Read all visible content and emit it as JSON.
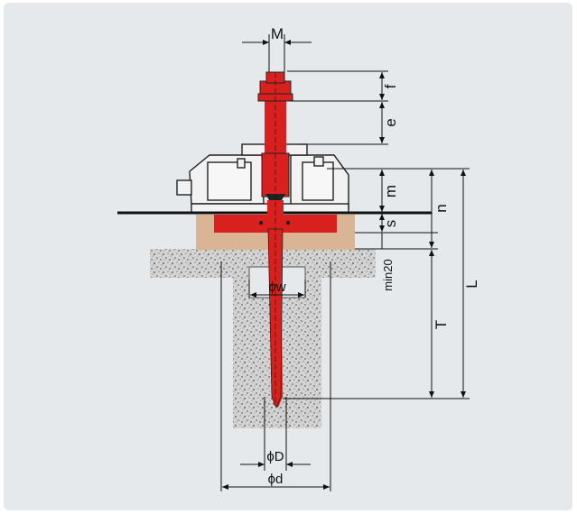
{
  "diagram": {
    "labels": {
      "M": "M",
      "f": "f",
      "e": "e",
      "m": "m",
      "n": "n",
      "s": "s",
      "min20": "min20",
      "L": "L",
      "T": "T",
      "phi_w": "ϕw",
      "phi_D": "ϕD",
      "phi_d": "ϕd"
    },
    "colors": {
      "background": "#e6e9ec",
      "anchor_red": "#d8211e",
      "grout_tan": "#d9b495",
      "concrete": "#d0d0d0",
      "machine": "#f2f2f2",
      "line": "#111111"
    },
    "icons": [
      "anchor-bolt-icon",
      "machine-foot-icon",
      "concrete-foundation-icon"
    ]
  }
}
